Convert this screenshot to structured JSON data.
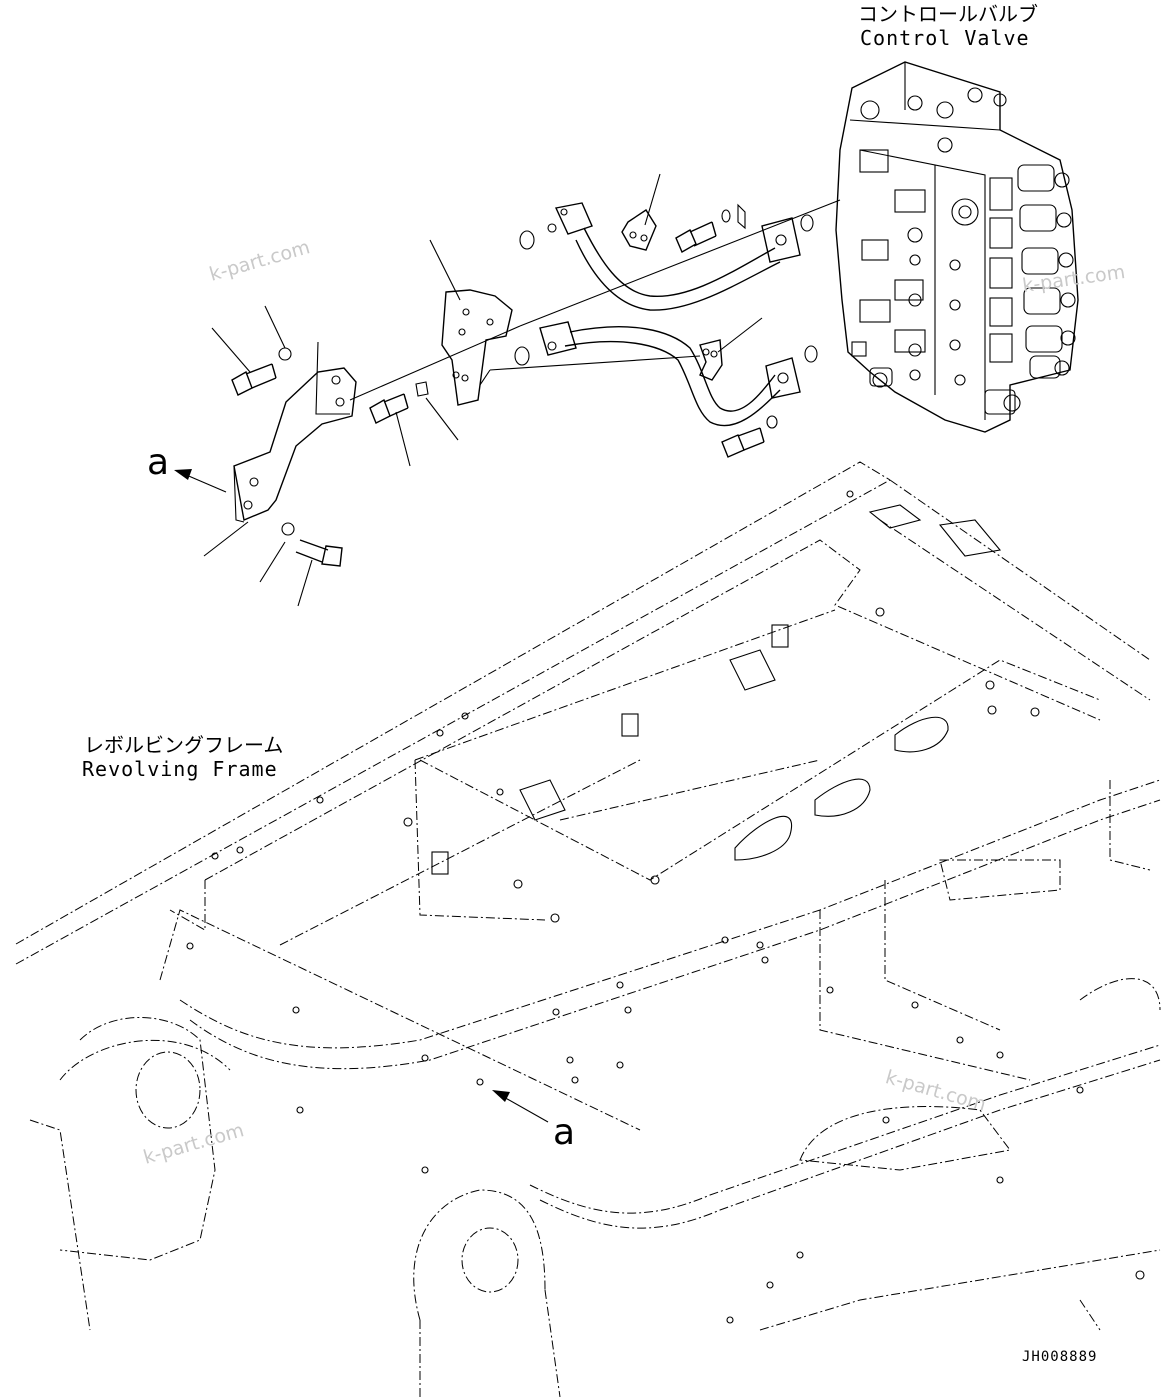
{
  "labels": {
    "control_valve_jp": "コントロールバルブ",
    "control_valve_en": "Control Valve",
    "revolving_frame_jp": "レボルビングフレーム",
    "revolving_frame_en": "Revolving Frame",
    "ref_a_top": "a",
    "ref_a_bottom": "a",
    "drawing_code": "JH008889"
  },
  "watermarks": [
    "k-part.com",
    "k-part.com",
    "k-part.com",
    "k-part.com"
  ],
  "colors": {
    "line": "#000000",
    "background": "#ffffff",
    "watermark": "#c9c9c9"
  }
}
